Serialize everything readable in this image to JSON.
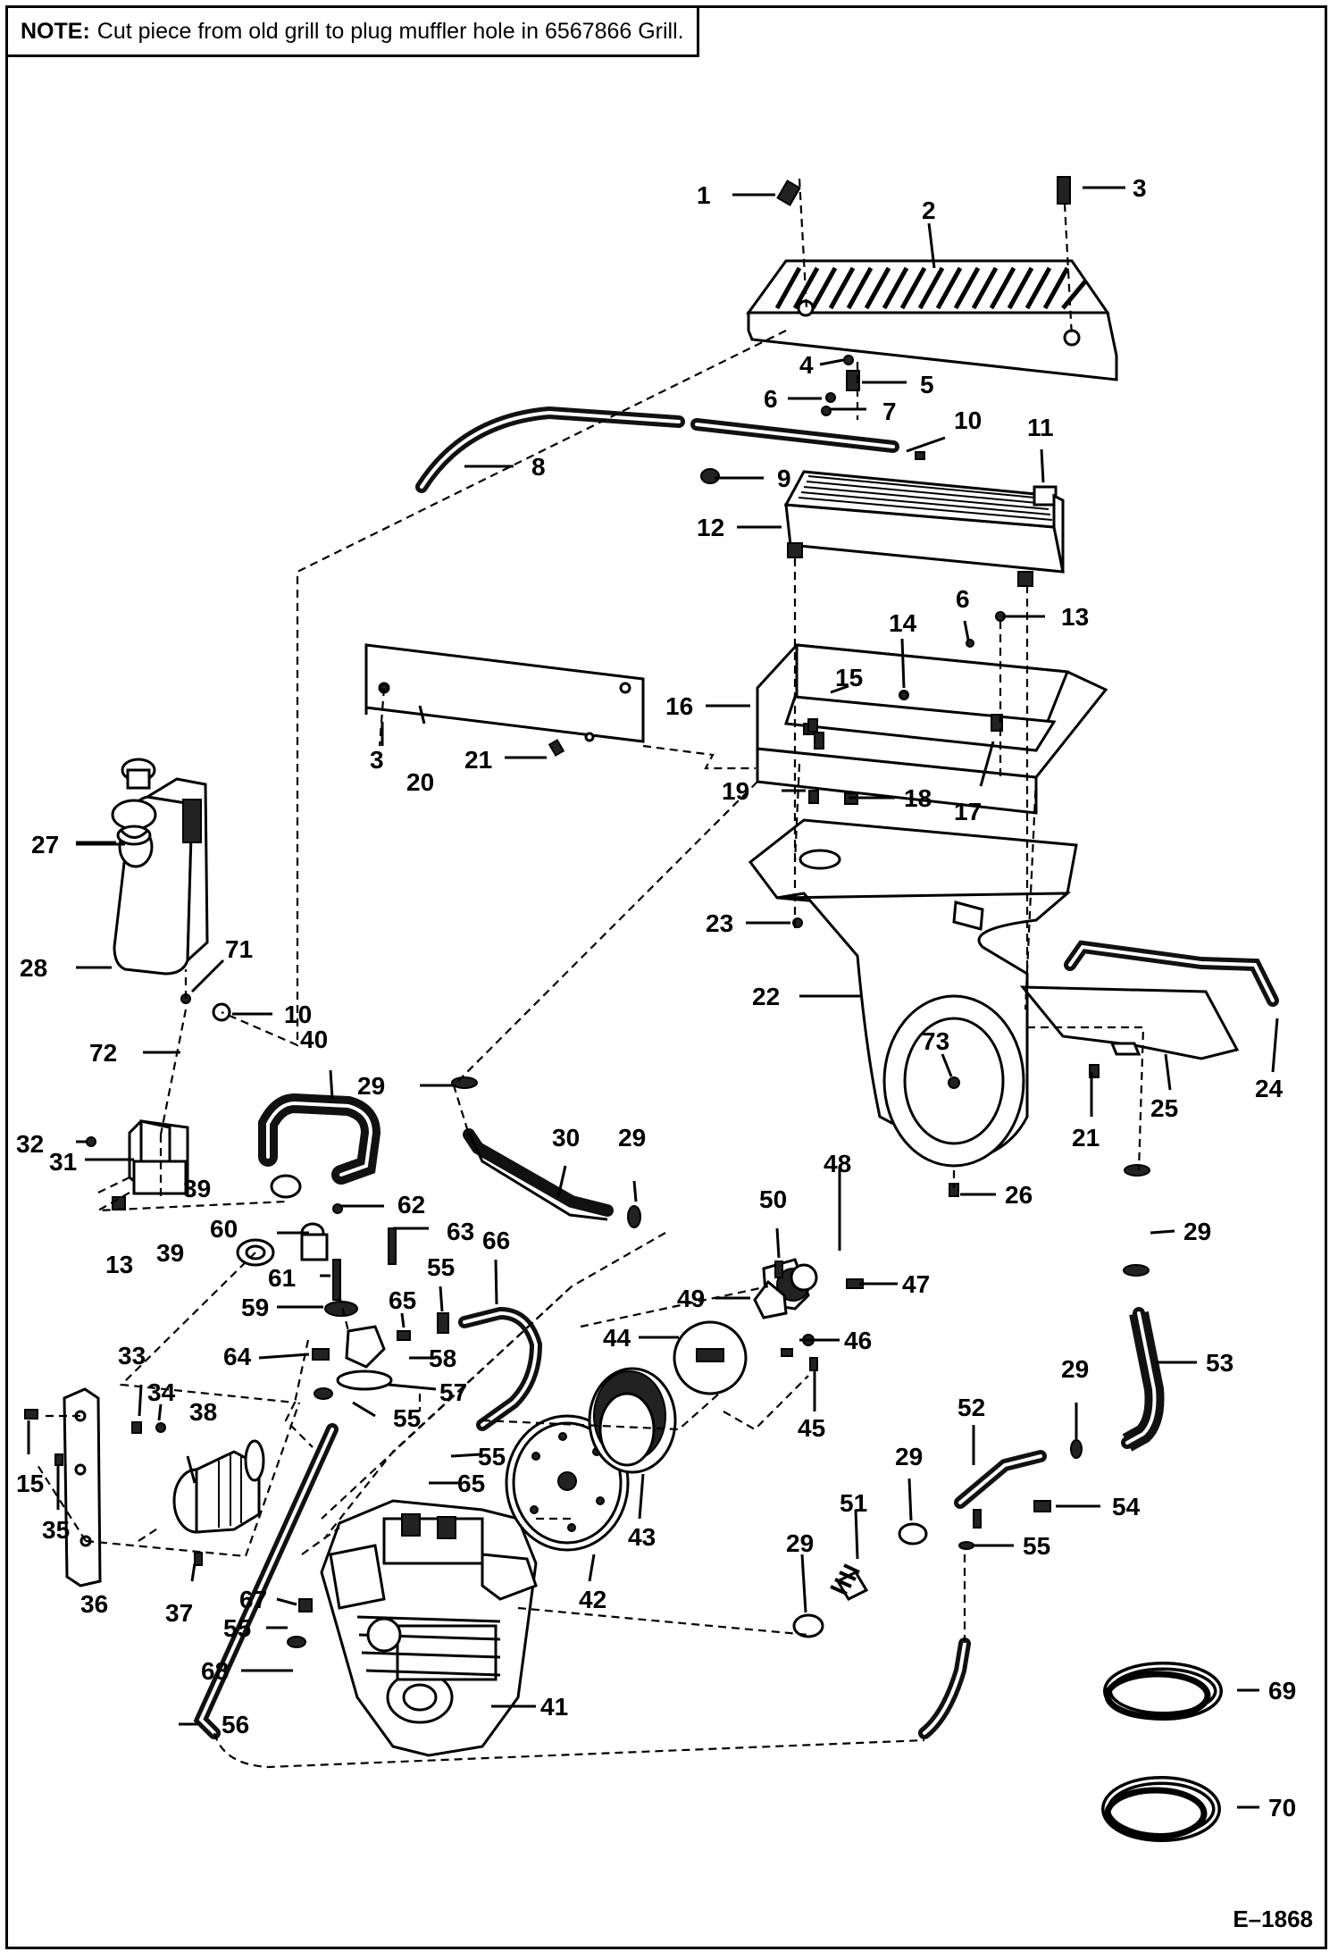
{
  "note": {
    "label": "NOTE:",
    "text": "Cut piece from old grill to plug muffler hole in 6567866 Grill."
  },
  "drawing_id": "E–1868",
  "callouts": {
    "c1": "1",
    "c2": "2",
    "c3a": "3",
    "c3b": "3",
    "c4": "4",
    "c5": "5",
    "c6a": "6",
    "c6b": "6",
    "c7": "7",
    "c8": "8",
    "c9": "9",
    "c10a": "10",
    "c10b": "10",
    "c11": "11",
    "c12": "12",
    "c13a": "13",
    "c13b": "13",
    "c14": "14",
    "c15a": "15",
    "c15b": "15",
    "c16": "16",
    "c17": "17",
    "c18": "18",
    "c19": "19",
    "c20": "20",
    "c21a": "21",
    "c21b": "21",
    "c22": "22",
    "c23": "23",
    "c24": "24",
    "c25": "25",
    "c26": "26",
    "c27": "27",
    "c28": "28",
    "c29a": "29",
    "c29b": "29",
    "c29c": "29",
    "c29d": "29",
    "c29e": "29",
    "c29f": "29",
    "c30": "30",
    "c31": "31",
    "c32": "32",
    "c33": "33",
    "c34": "34",
    "c35": "35",
    "c36": "36",
    "c37": "37",
    "c38": "38",
    "c39a": "39",
    "c39b": "39",
    "c40": "40",
    "c41": "41",
    "c42": "42",
    "c43": "43",
    "c44": "44",
    "c45": "45",
    "c46": "46",
    "c47": "47",
    "c48": "48",
    "c49": "49",
    "c50": "50",
    "c51": "51",
    "c52": "52",
    "c53": "53",
    "c54": "54",
    "c55a": "55",
    "c55b": "55",
    "c55c": "55",
    "c55d": "55",
    "c55e": "55",
    "c56": "56",
    "c57": "57",
    "c58": "58",
    "c59": "59",
    "c60": "60",
    "c61": "61",
    "c62": "62",
    "c63": "63",
    "c64": "64",
    "c65a": "65",
    "c65b": "65",
    "c66": "66",
    "c67": "67",
    "c68": "68",
    "c69": "69",
    "c70": "70",
    "c71": "71",
    "c72": "72",
    "c73": "73"
  }
}
